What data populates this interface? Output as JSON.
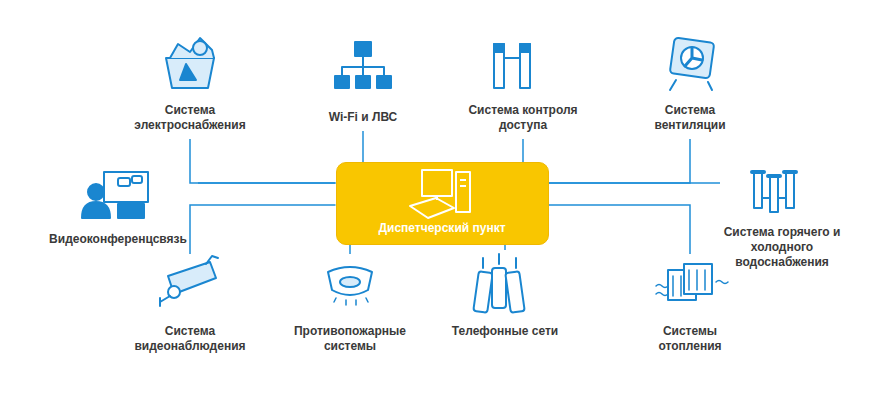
{
  "diagram": {
    "nodes": [
      {
        "text": [
          "Система электроснабжения"
        ]
      },
      {
        "text": [
          "Wi-Fi и ЛВС"
        ]
      },
      {
        "text": [
          "Система контроля доступа"
        ]
      },
      {
        "text": [
          "Система вентиляции"
        ]
      },
      {
        "text": [
          "Видеоконференцсвязь"
        ]
      },
      {
        "text": [
          "Диспетчерский пункт"
        ]
      },
      {
        "text": [
          "Система горячего и холодного водоснабжения"
        ]
      },
      {
        "text": [
          "Система видеонаблюдения"
        ]
      },
      {
        "text": [
          "Противопожарные системы"
        ]
      },
      {
        "text": [
          "Телефонные сети"
        ]
      },
      {
        "text": [
          "Системы отопления"
        ]
      }
    ],
    "edges": [
      {
        "from": 0,
        "to": 5,
        "arrow": "none"
      },
      {
        "from": 1,
        "to": 5,
        "arrow": "none"
      },
      {
        "from": 2,
        "to": 5,
        "arrow": "none"
      },
      {
        "from": 3,
        "to": 5,
        "arrow": "none"
      },
      {
        "from": 4,
        "to": 5,
        "arrow": "none"
      },
      {
        "from": 6,
        "to": 5,
        "arrow": "none"
      },
      {
        "from": 7,
        "to": 5,
        "arrow": "none"
      },
      {
        "from": 8,
        "to": 5,
        "arrow": "none"
      },
      {
        "from": 9,
        "to": 5,
        "arrow": "none"
      },
      {
        "from": 10,
        "to": 5,
        "arrow": "none"
      }
    ]
  }
}
